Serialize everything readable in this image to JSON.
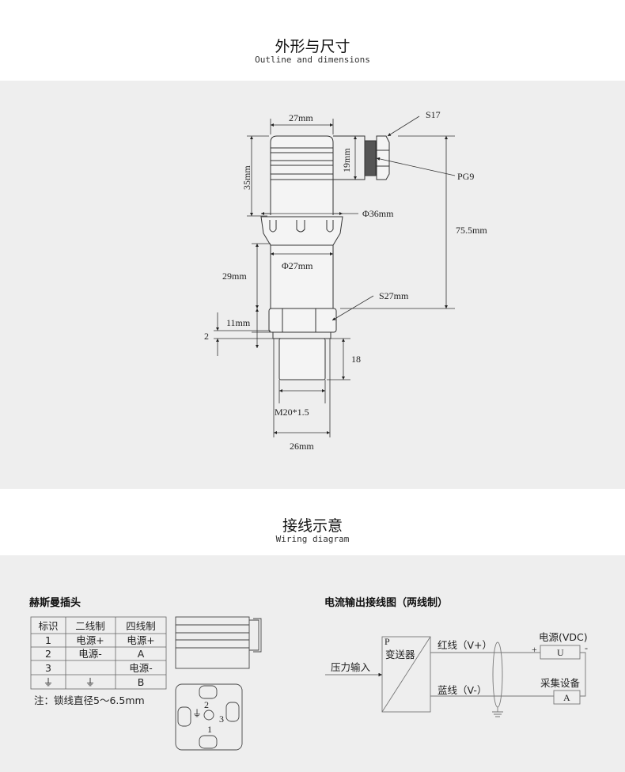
{
  "sections": {
    "outline": {
      "title_cn": "外形与尺寸",
      "title_en": "Outline and dimensions"
    },
    "wiring": {
      "title_cn": "接线示意",
      "title_en": "Wiring diagram"
    }
  },
  "dimensions": {
    "top_width": "27mm",
    "cap_height": "35mm",
    "gland_height": "19mm",
    "s17": "S17",
    "pg9": "PG9",
    "collar_dia": "Φ36mm",
    "total_height": "75.5mm",
    "stem_dia": "Φ27mm",
    "stem_height": "29mm",
    "s27": "S27mm",
    "hex_height": "11mm",
    "washer": "2",
    "thread_length": "18",
    "thread": "M20*1.5",
    "base_width": "26mm"
  },
  "hirschmann": {
    "title": "赫斯曼插头",
    "headers": [
      "标识",
      "二线制",
      "四线制"
    ],
    "rows": [
      [
        "1",
        "电源+",
        "电源+"
      ],
      [
        "2",
        "电源-",
        "A"
      ],
      [
        "3",
        "",
        "电源-"
      ],
      [
        "⏚",
        "⏚",
        "B"
      ]
    ],
    "note": "注：锁线直径5～6.5mm",
    "pins": [
      "1",
      "2",
      "3",
      "⏚"
    ]
  },
  "current_output": {
    "title": "电流输出接线图（两线制）",
    "pressure_input": "压力输入",
    "p": "P",
    "transmitter": "变送器",
    "red_wire": "红线（V+）",
    "blue_wire": "蓝线（V-）",
    "power": "电源(VDC)",
    "plus": "+",
    "minus": "-",
    "u": "U",
    "acquisition": "采集设备",
    "a": "A"
  }
}
